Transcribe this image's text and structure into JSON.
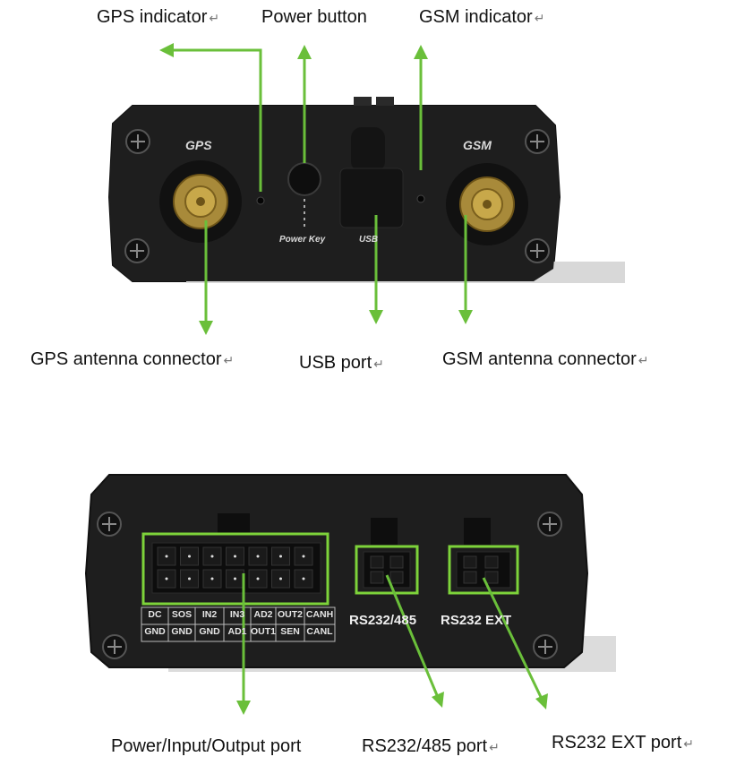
{
  "top_labels": {
    "gps_indicator": "GPS indicator",
    "power_button": "Power button",
    "gsm_indicator": "GSM indicator",
    "gps_antenna": "GPS antenna connector",
    "usb_port": "USB port",
    "gsm_antenna": "GSM antenna connector"
  },
  "top_device": {
    "gps_text": "GPS",
    "gsm_text": "GSM",
    "power_key_text": "Power Key",
    "usb_text": "USB"
  },
  "bottom_labels": {
    "power_io": "Power/Input/Output port",
    "rs232_485": "RS232/485 port",
    "rs232_ext": "RS232 EXT port"
  },
  "bottom_device": {
    "rs232_485_text": "RS232/485",
    "rs232_ext_text": "RS232 EXT",
    "pins_row1": [
      "DC",
      "SOS",
      "IN2",
      "IN3",
      "AD2",
      "OUT2",
      "CANH"
    ],
    "pins_row2": [
      "GND",
      "GND",
      "GND",
      "AD1",
      "OUT1",
      "SEN",
      "CANL"
    ]
  },
  "colors": {
    "arrow": "#6abf3a",
    "device": "#1c1c1c",
    "highlight": "#7dd33a"
  }
}
